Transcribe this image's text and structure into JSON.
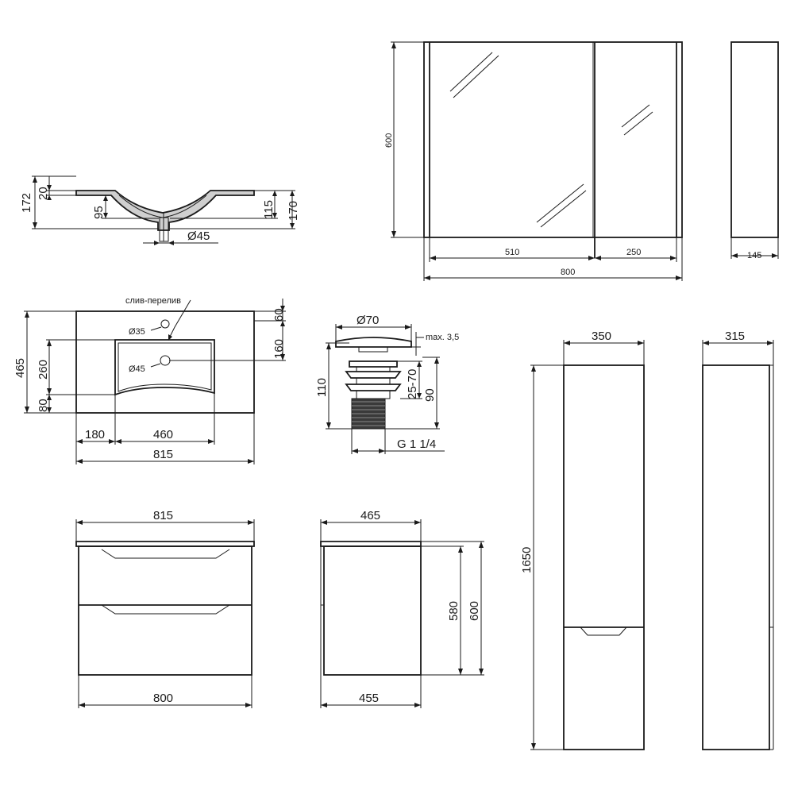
{
  "basin_profile": {
    "dim_172": "172",
    "dim_20": "20",
    "dim_95": "95",
    "dim_115": "115",
    "dim_170": "170",
    "drain_diameter": "Ø45"
  },
  "mirror_cabinet": {
    "height": "600",
    "door_left": "510",
    "door_right": "250",
    "total_width": "800",
    "depth": "145"
  },
  "basin_top": {
    "overflow_label": "слив-перелив",
    "overflow_diameter": "Ø35",
    "drain_diameter": "Ø45",
    "depth_total": "465",
    "bowl_depth": "260",
    "front_offset": "80",
    "back_60": "60",
    "back_160": "160",
    "left_offset": "180",
    "bowl_width": "460",
    "total_width": "815"
  },
  "drain_valve": {
    "cap_diameter": "Ø70",
    "max_thickness": "max. 3,5",
    "height": "110",
    "adjust_range": "25-70",
    "body_height": "90",
    "thread": "G 1 1/4"
  },
  "vanity_front": {
    "top_width": "815",
    "bottom_width": "800"
  },
  "vanity_side": {
    "top_depth": "465",
    "bottom_depth": "455",
    "height_580": "580",
    "height_600": "600"
  },
  "tall_cabinet": {
    "width": "350",
    "depth": "315",
    "height": "1650"
  }
}
